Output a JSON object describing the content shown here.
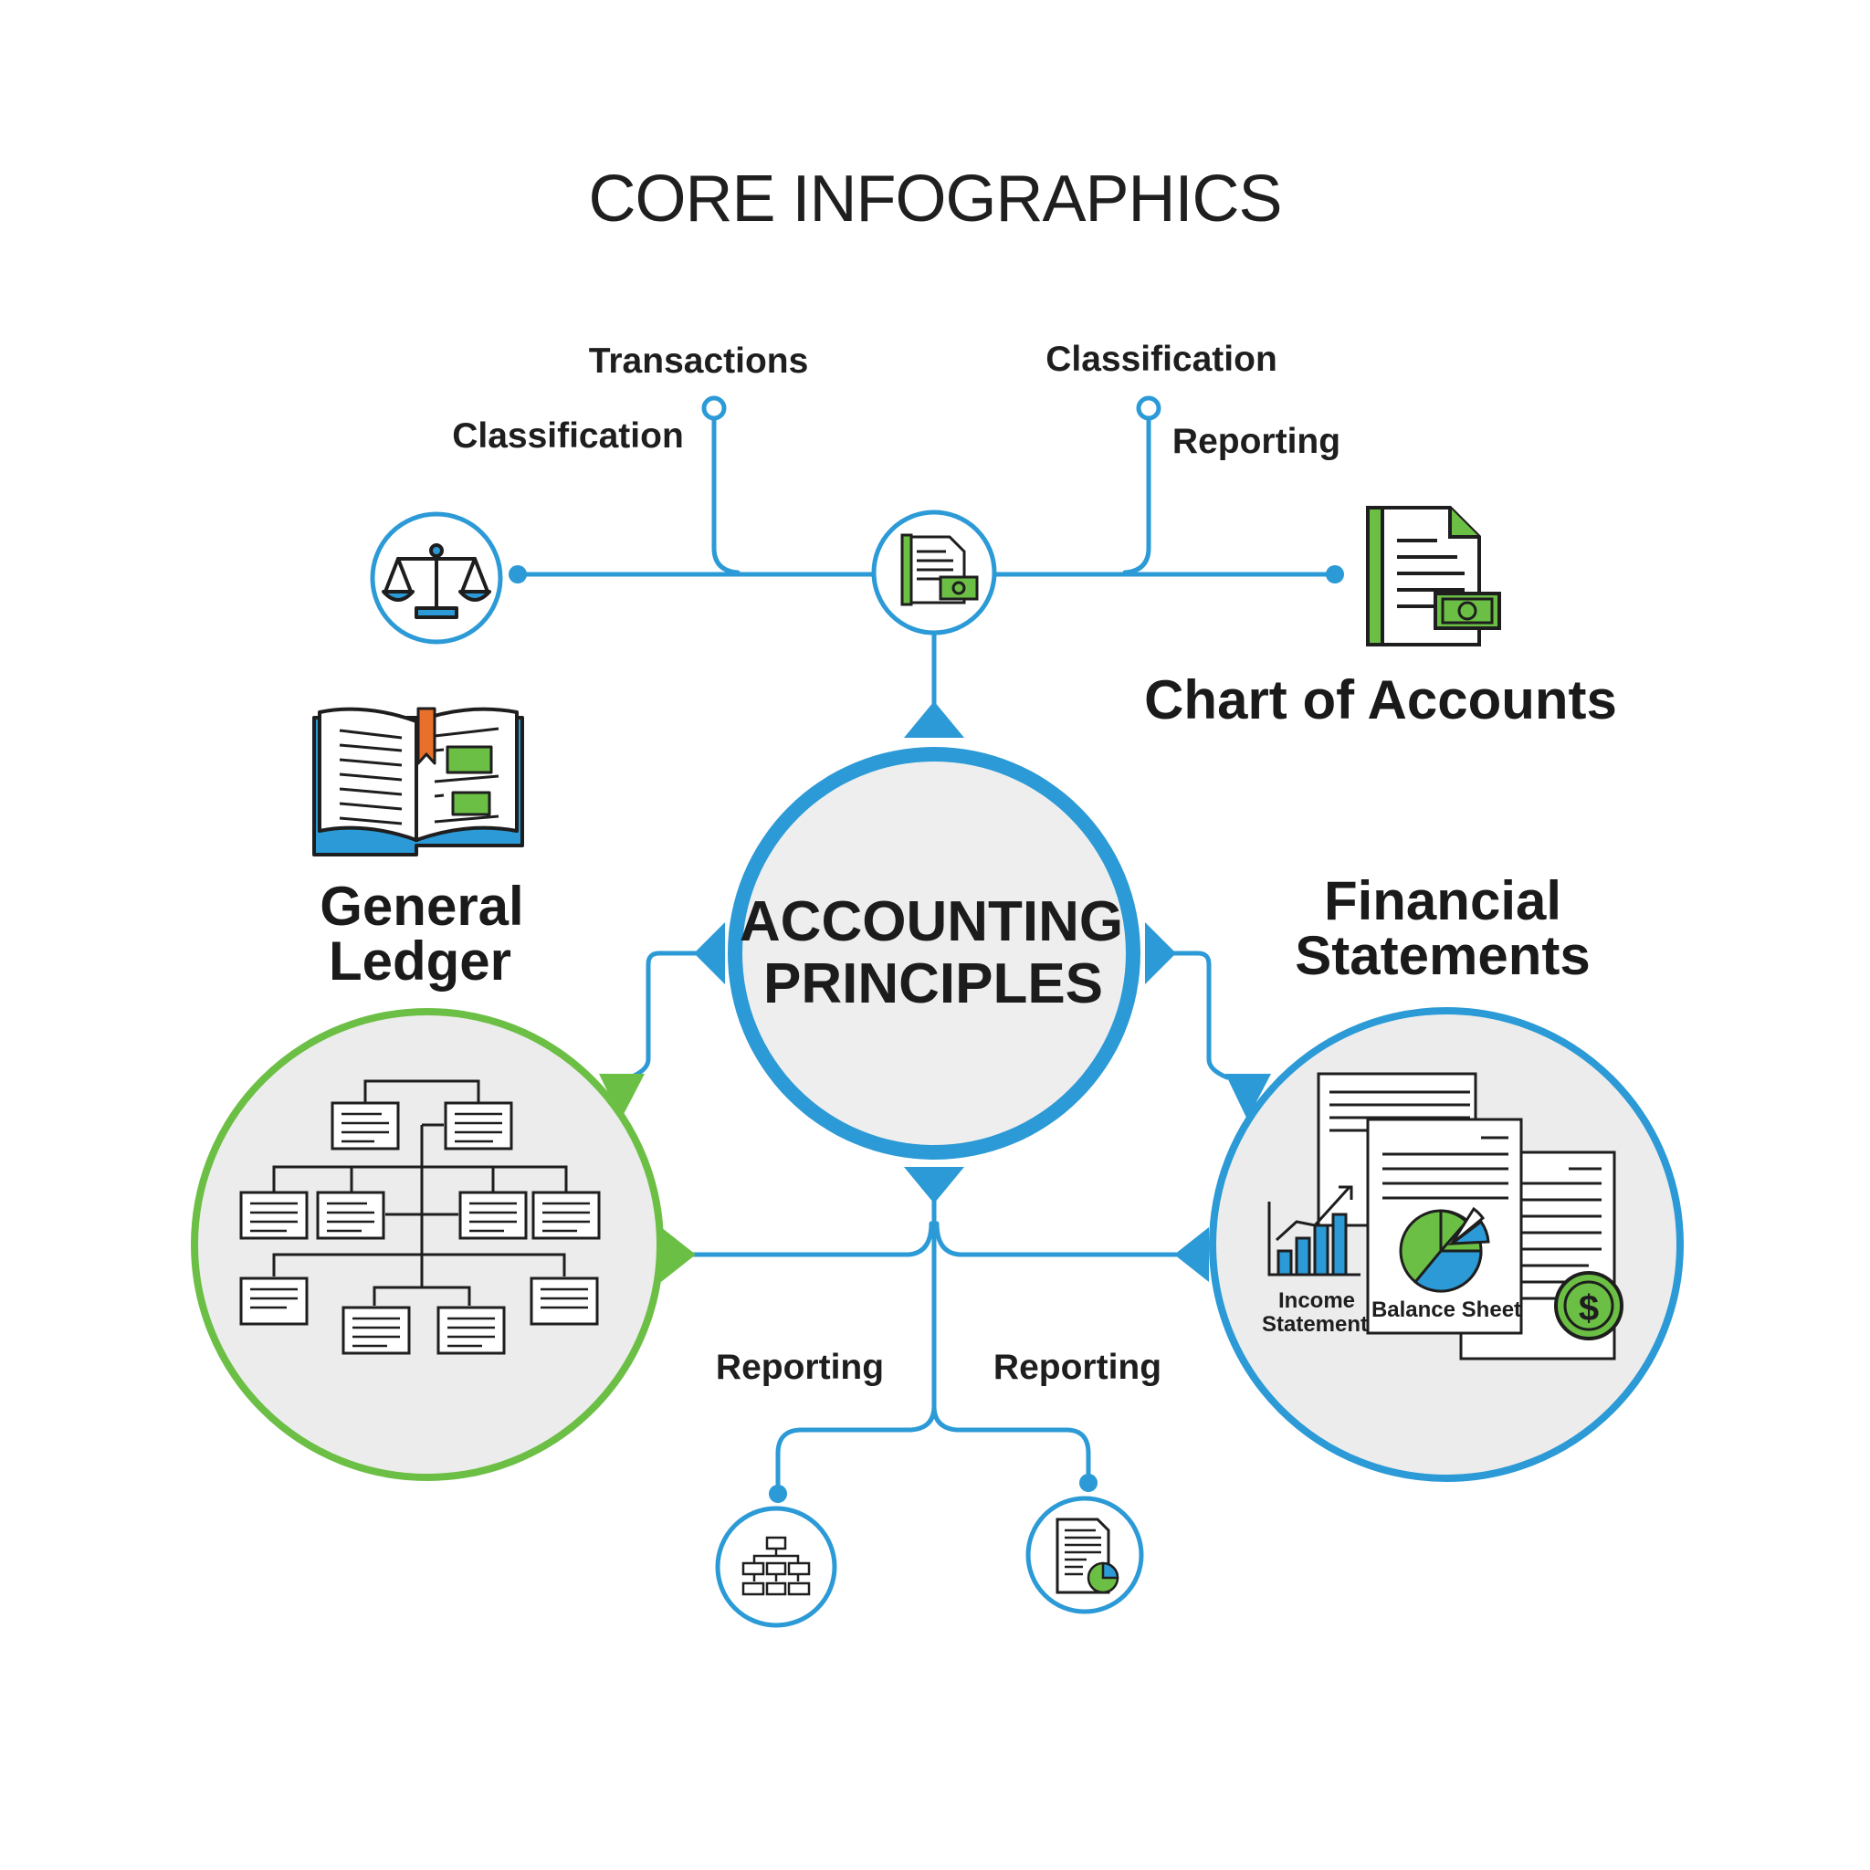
{
  "title": "CORE INFOGRAPHICS",
  "center": {
    "line1": "ACCOUNTING",
    "line2": "PRINCIPLES"
  },
  "top_branch": {
    "left_label_upper": "Transactions",
    "left_label_lower": "Classification",
    "right_label_upper": "Classification",
    "right_label_lower": "Reporting"
  },
  "chart_of_accounts": {
    "label": "Chart of Accounts"
  },
  "general_ledger": {
    "line1": "General",
    "line2": "Ledger"
  },
  "financial_statements": {
    "line1": "Financial",
    "line2": "Statements",
    "income_statement": [
      "Income",
      "Statement"
    ],
    "balance_sheet": "Balance Sheet",
    "dollar_symbol": "$"
  },
  "bottom_branch": {
    "left_label": "Reporting",
    "right_label": "Reporting"
  },
  "colors": {
    "blue": "#2b9ad6",
    "green": "#6cbf45",
    "dark": "#1e1e1e",
    "circle_fill": "#efefef"
  },
  "icons": [
    "balance-scale-icon",
    "document-money-icon",
    "chart-of-accounts-icon",
    "open-book-icon",
    "org-chart-icon",
    "report-pie-icon",
    "dollar-coin-icon"
  ]
}
